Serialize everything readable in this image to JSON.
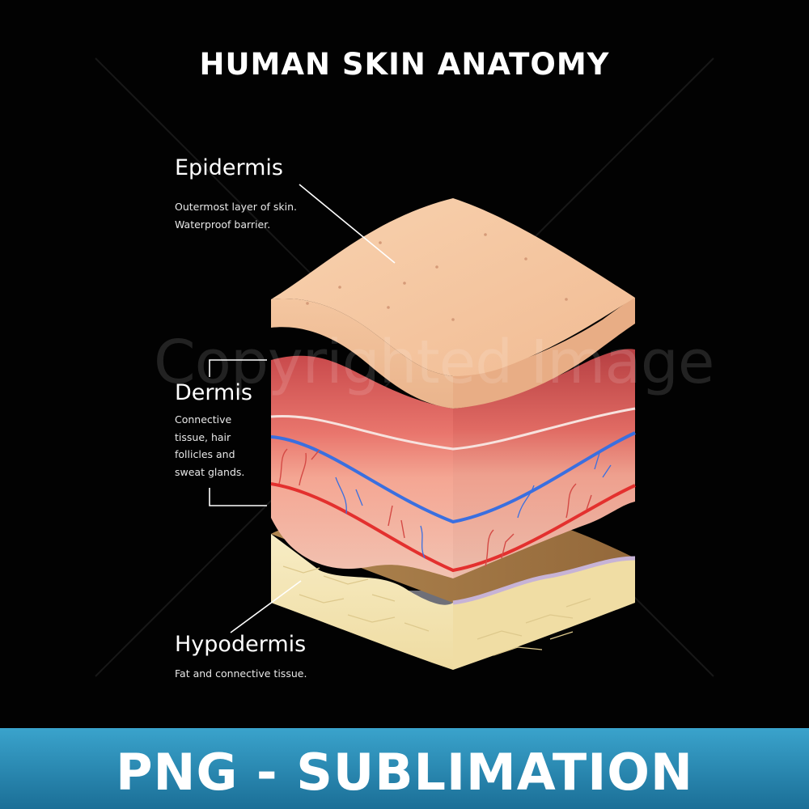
{
  "title": "HUMAN SKIN ANATOMY",
  "watermark": "Copyrighted Image",
  "layers": {
    "epidermis": {
      "name": "Epidermis",
      "desc": [
        "Outermost layer of skin.",
        "Waterproof barrier."
      ]
    },
    "dermis": {
      "name": "Dermis",
      "desc": [
        "Connective",
        "tissue, hair",
        "follicles and",
        "sweat glands."
      ]
    },
    "hypodermis": {
      "name": "Hypodermis",
      "desc": [
        "Fat and connective tissue."
      ]
    }
  },
  "banner": {
    "text": "PNG - SUBLIMATION",
    "color_top": "#3aa3cc",
    "color_bottom": "#1b6f97"
  },
  "colors": {
    "background": "#020202",
    "epidermis": "#f6c9a2",
    "dermis": "#e9766d",
    "hypodermis": "#f4e6b8",
    "vein": "#3a6fe0",
    "artery": "#e3302e"
  }
}
